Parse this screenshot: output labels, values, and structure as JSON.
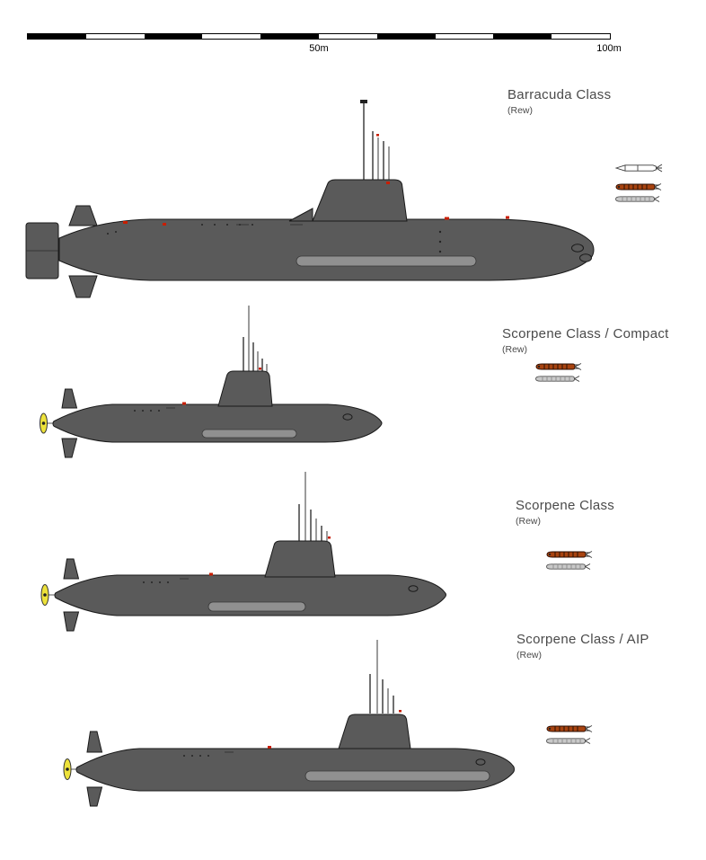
{
  "scale_bar": {
    "mid_label": "50m",
    "end_label": "100m"
  },
  "entries": [
    {
      "name": "Barracuda Class",
      "credit": "(Rew)",
      "weapons": [
        "missile",
        "red-torpedo",
        "gray-torpedo"
      ]
    },
    {
      "name": "Scorpene Class / Compact",
      "credit": "(Rew)",
      "weapons": [
        "red-torpedo",
        "gray-torpedo"
      ]
    },
    {
      "name": "Scorpene Class",
      "credit": "(Rew)",
      "weapons": [
        "red-torpedo",
        "gray-torpedo"
      ]
    },
    {
      "name": "Scorpene Class / AIP",
      "credit": "(Rew)",
      "weapons": [
        "red-torpedo",
        "gray-torpedo"
      ]
    }
  ],
  "colors": {
    "hull": "#5a5a5a",
    "outline": "#1a1a1a",
    "propeller": "#ede23b",
    "marking": "#c81e00",
    "groove": "#909090",
    "torpedo_red": "#a84310",
    "torpedo_gray": "#c9c9c9",
    "missile": "#ffffff",
    "scale_black": "#000000"
  }
}
